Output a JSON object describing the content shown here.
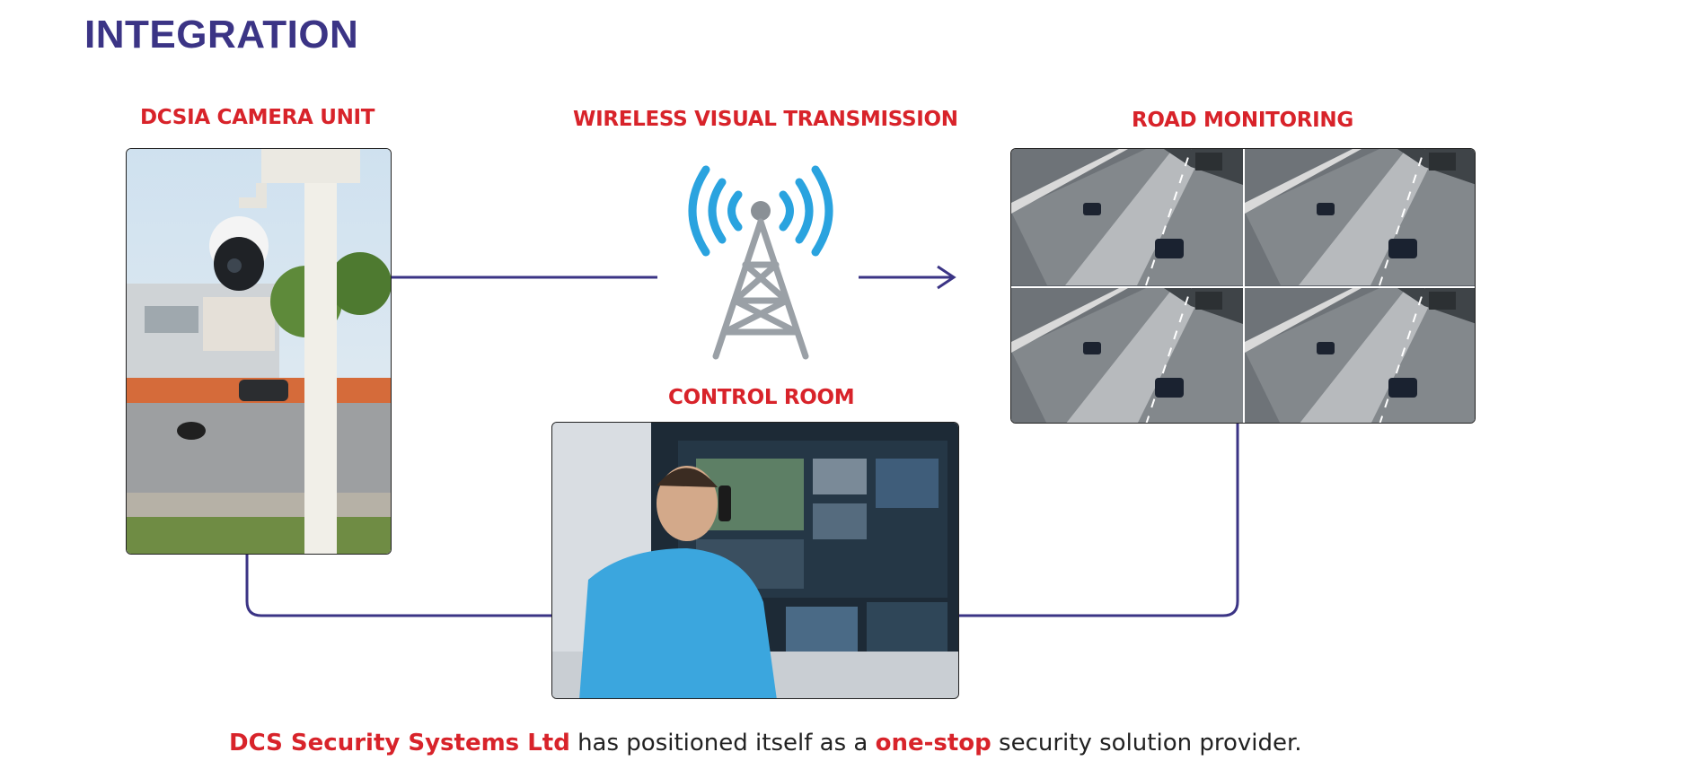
{
  "page": {
    "title": "INTEGRATION"
  },
  "nodes": {
    "camera_unit": {
      "label": "DCSIA CAMERA UNIT"
    },
    "wireless": {
      "label": "WIRELESS VISUAL TRANSMISSION"
    },
    "road_monitoring": {
      "label": "ROAD MONITORING"
    },
    "control_room": {
      "label": "CONTROL ROOM"
    }
  },
  "footer": {
    "company": "DCS Security Systems Ltd",
    "text_1": " has positioned itself as a ",
    "highlight": "one-stop",
    "text_2": " security solution provider."
  },
  "colors": {
    "title": "#3b3485",
    "label": "#d8232a",
    "connector": "#3b3485",
    "antenna_wave": "#2aa3df",
    "tower": "#9aa0a6"
  }
}
